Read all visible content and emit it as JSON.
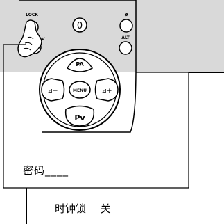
{
  "remote": {
    "lock_label": "LOCK",
    "zero_label": "0",
    "mute_label": "ø̲",
    "av_label": "/AV",
    "alt_label": "ALT",
    "pa_label": "PA",
    "menu_label": "MENU",
    "pv_label": "Pv",
    "vol_down_label": "⊿−",
    "vol_up_label": "⊿+"
  },
  "menu": {
    "password_label": "密码____",
    "clock_lock_label": "时钟锁",
    "clock_lock_value": "关"
  }
}
